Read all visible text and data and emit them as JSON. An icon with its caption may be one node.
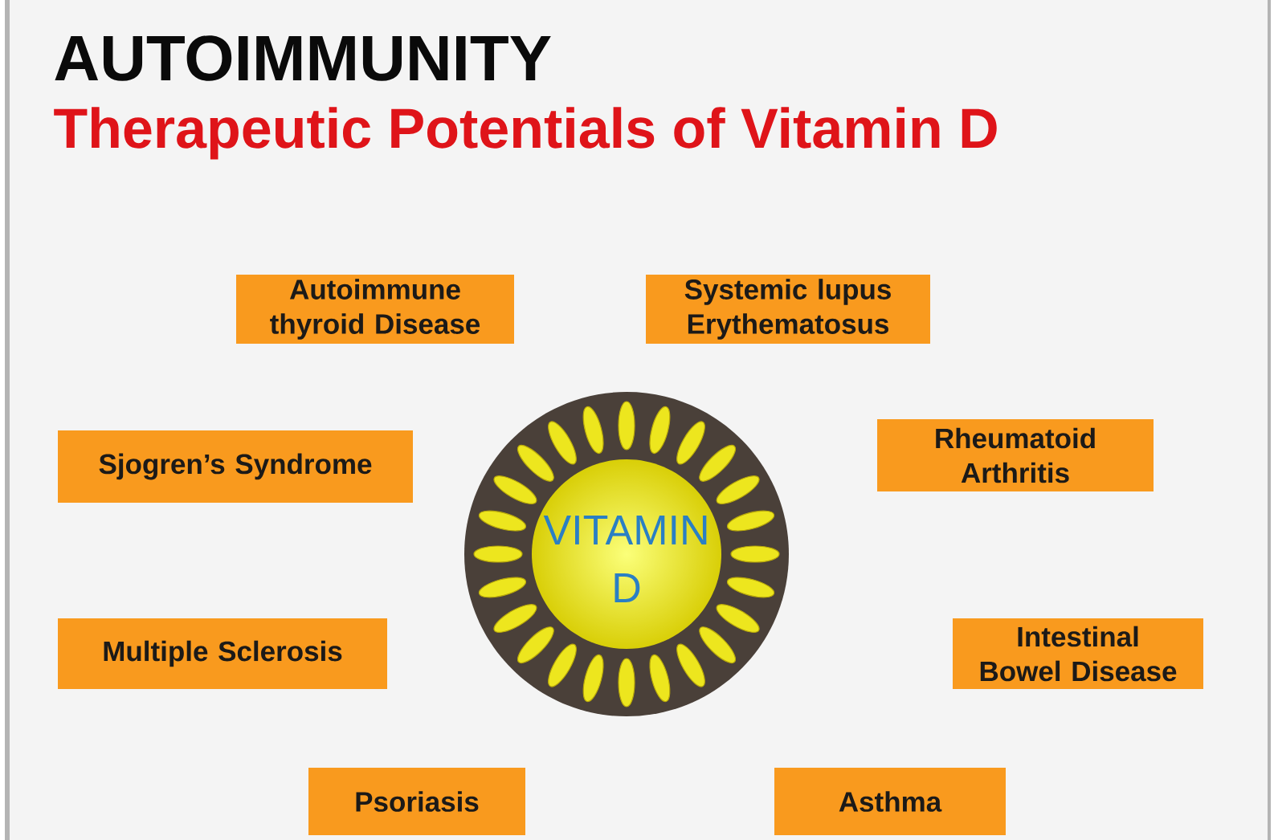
{
  "diagram": {
    "title": "AUTOIMMUNITY",
    "nodes": [
      {
        "text": [
          "Autoimmune thyroid Disease"
        ]
      },
      {
        "text": [
          "Systemic lupus Erythematosus"
        ]
      },
      {
        "text": [
          "Sjogren’s Syndrome"
        ]
      },
      {
        "text": [
          "Rheumatoid Arthritis"
        ]
      },
      {
        "text": [
          "VITAMIN D"
        ]
      },
      {
        "text": [
          "Multiple Sclerosis"
        ]
      },
      {
        "text": [
          "Intestinal Bowel Disease"
        ]
      },
      {
        "text": [
          "Psoriasis"
        ]
      },
      {
        "text": [
          "Asthma"
        ]
      }
    ],
    "labels": [
      "Therapeutic Potentials of Vitamin D"
    ]
  }
}
